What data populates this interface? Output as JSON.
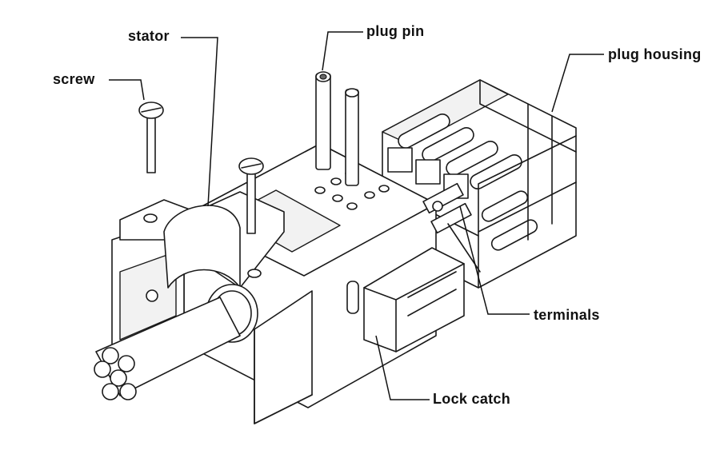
{
  "labels": {
    "stator": "stator",
    "screw": "screw",
    "plug_pin": "plug pin",
    "plug_housing": "plug housing",
    "terminals": "terminals",
    "lock_catch": "Lock catch"
  }
}
